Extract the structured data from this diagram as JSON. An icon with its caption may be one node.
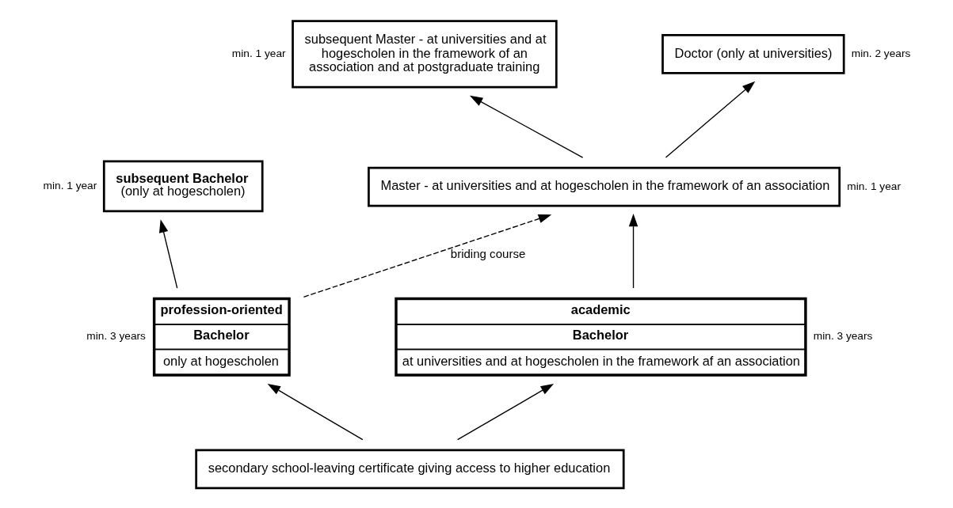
{
  "diagram": {
    "nodes": [
      {
        "text": [
          "Doctor (only at universities)"
        ],
        "beside": [
          "min. 2 years"
        ]
      },
      {
        "text": [
          "subsequent Master - at universities and at hogescholen in the framework of an association and at postgraduate training"
        ],
        "beside": [
          "min. 1 year"
        ]
      },
      {
        "text": [
          "subsequent Bachelor",
          "(only at hogescholen)"
        ],
        "beside": [
          "min. 1 year"
        ]
      },
      {
        "text": [
          "Master - at universities and at hogescholen in the framework of an association"
        ],
        "beside": [
          "min. 1 year"
        ]
      },
      {
        "text": [
          "profession-oriented",
          "Bachelor",
          "only at hogescholen"
        ],
        "beside": [
          "min. 3 years"
        ]
      },
      {
        "text": [
          "academic",
          "Bachelor",
          "at universities and at hogescholen in the framework af an association"
        ],
        "beside": [
          "min. 3 years"
        ]
      },
      {
        "text": [
          "secondary school-leaving certificate giving access to higher education"
        ]
      }
    ],
    "edges": [
      {
        "from": 6,
        "to": 4,
        "arrow": "to"
      },
      {
        "from": 6,
        "to": 5,
        "arrow": "to"
      },
      {
        "from": 4,
        "to": 2,
        "arrow": "to"
      },
      {
        "from": 4,
        "to": 3,
        "arrow": "to",
        "label": "briding course",
        "style": "dashed"
      },
      {
        "from": 5,
        "to": 3,
        "arrow": "to"
      },
      {
        "from": 3,
        "to": 1,
        "arrow": "to"
      },
      {
        "from": 3,
        "to": 0,
        "arrow": "to"
      }
    ]
  }
}
